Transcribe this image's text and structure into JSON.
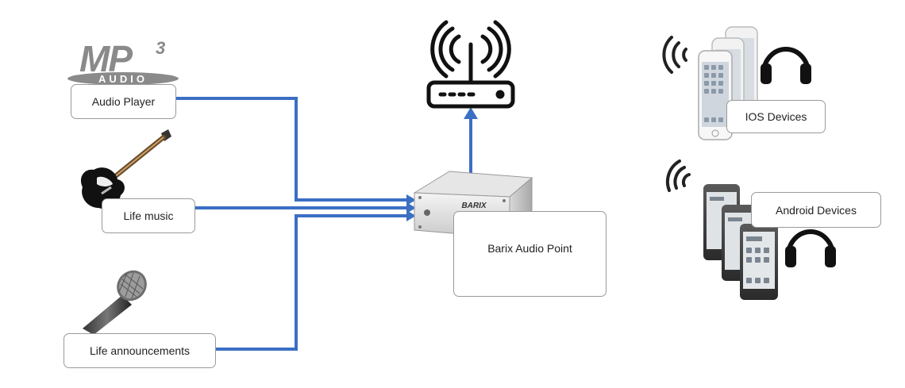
{
  "sources": {
    "mp3_logo": {
      "main": "MP",
      "sup": "3",
      "sub": "AUDIO"
    },
    "audio_player_label": "Audio Player",
    "life_music_label": "Life music",
    "life_announcements_label": "Life announcements"
  },
  "hub": {
    "device_brand": "BARIX",
    "label": "Barix Audio Point"
  },
  "clients": {
    "ios_label": "IOS Devices",
    "android_label": "Android Devices"
  },
  "colors": {
    "connector": "#3b6fc4",
    "box_border": "#9a9a9a",
    "icon": "#111111"
  },
  "icons": [
    "mp3-logo-icon",
    "guitar-icon",
    "microphone-icon",
    "wifi-router-icon",
    "barix-device-icon",
    "iphone-stack-icon",
    "android-phone-stack-icon",
    "headphones-icon",
    "wifi-signal-icon"
  ]
}
